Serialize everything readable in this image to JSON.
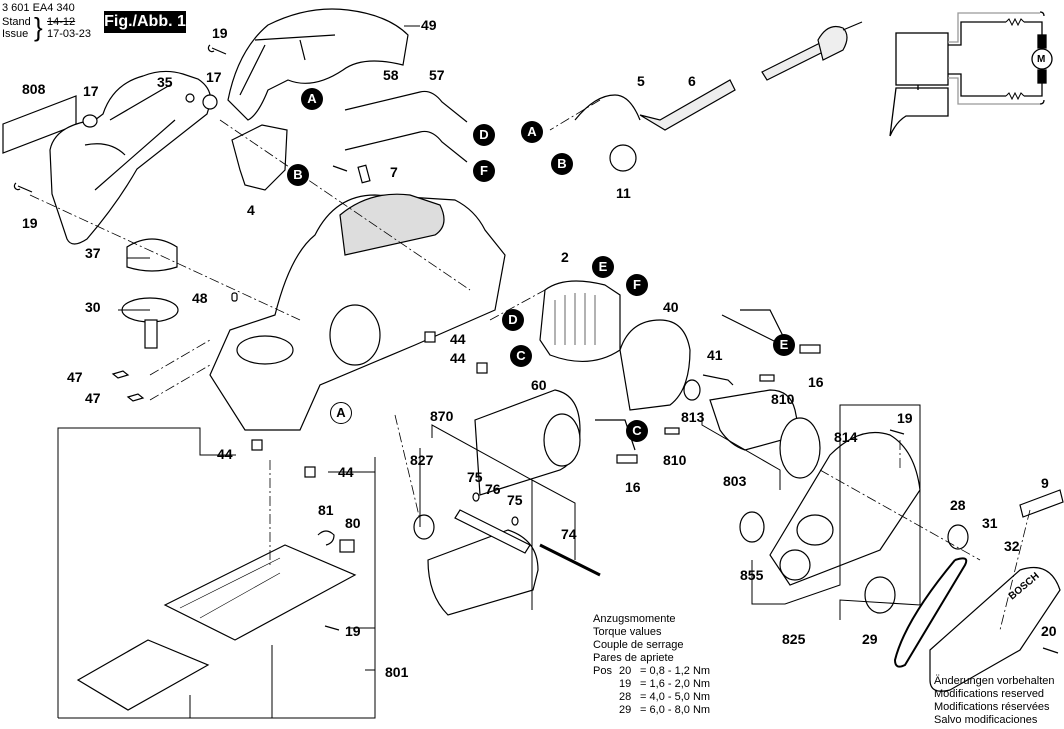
{
  "header": {
    "part_number": "3 601 EA4 340",
    "stand_label": "Stand",
    "issue_label": "Issue",
    "stand_value_struck": "14-12",
    "issue_value": "17-03-23",
    "figure_label": "Fig./Abb. 1"
  },
  "part_labels": [
    {
      "id": "p19a",
      "text": "19"
    },
    {
      "id": "p49",
      "text": "49"
    },
    {
      "id": "p808",
      "text": "808"
    },
    {
      "id": "p17a",
      "text": "17"
    },
    {
      "id": "p35",
      "text": "35"
    },
    {
      "id": "p17b",
      "text": "17"
    },
    {
      "id": "p58",
      "text": "58"
    },
    {
      "id": "p57",
      "text": "57"
    },
    {
      "id": "p5",
      "text": "5"
    },
    {
      "id": "p6",
      "text": "6"
    },
    {
      "id": "p7",
      "text": "7"
    },
    {
      "id": "p4",
      "text": "4"
    },
    {
      "id": "p19b",
      "text": "19"
    },
    {
      "id": "p11",
      "text": "11"
    },
    {
      "id": "p37",
      "text": "37"
    },
    {
      "id": "p2",
      "text": "2"
    },
    {
      "id": "p30",
      "text": "30"
    },
    {
      "id": "p48",
      "text": "48"
    },
    {
      "id": "p40",
      "text": "40"
    },
    {
      "id": "p44a",
      "text": "44"
    },
    {
      "id": "p44b",
      "text": "44"
    },
    {
      "id": "p41",
      "text": "41"
    },
    {
      "id": "p16a",
      "text": "16"
    },
    {
      "id": "p47a",
      "text": "47"
    },
    {
      "id": "p47b",
      "text": "47"
    },
    {
      "id": "p60",
      "text": "60"
    },
    {
      "id": "p810a",
      "text": "810"
    },
    {
      "id": "p813",
      "text": "813"
    },
    {
      "id": "p870",
      "text": "870"
    },
    {
      "id": "p19c",
      "text": "19"
    },
    {
      "id": "p814",
      "text": "814"
    },
    {
      "id": "p827",
      "text": "827"
    },
    {
      "id": "p810b",
      "text": "810"
    },
    {
      "id": "p44c",
      "text": "44"
    },
    {
      "id": "p44d",
      "text": "44"
    },
    {
      "id": "p75a",
      "text": "75"
    },
    {
      "id": "p76",
      "text": "76"
    },
    {
      "id": "p75b",
      "text": "75"
    },
    {
      "id": "p803",
      "text": "803"
    },
    {
      "id": "p16b",
      "text": "16"
    },
    {
      "id": "p9",
      "text": "9"
    },
    {
      "id": "p28",
      "text": "28"
    },
    {
      "id": "p81",
      "text": "81"
    },
    {
      "id": "p80",
      "text": "80"
    },
    {
      "id": "p74",
      "text": "74"
    },
    {
      "id": "p31",
      "text": "31"
    },
    {
      "id": "p32",
      "text": "32"
    },
    {
      "id": "p855",
      "text": "855"
    },
    {
      "id": "p825",
      "text": "825"
    },
    {
      "id": "p19d",
      "text": "19"
    },
    {
      "id": "p29",
      "text": "29"
    },
    {
      "id": "p20",
      "text": "20"
    },
    {
      "id": "p801",
      "text": "801"
    }
  ],
  "connector_markers": [
    {
      "id": "mA1",
      "text": "A",
      "style": "filled"
    },
    {
      "id": "mB1",
      "text": "B",
      "style": "filled"
    },
    {
      "id": "mD1",
      "text": "D",
      "style": "filled"
    },
    {
      "id": "mF1",
      "text": "F",
      "style": "filled"
    },
    {
      "id": "mA2",
      "text": "A",
      "style": "filled"
    },
    {
      "id": "mB2",
      "text": "B",
      "style": "filled"
    },
    {
      "id": "mE1",
      "text": "E",
      "style": "filled"
    },
    {
      "id": "mF2",
      "text": "F",
      "style": "filled"
    },
    {
      "id": "mD2",
      "text": "D",
      "style": "filled"
    },
    {
      "id": "mC1",
      "text": "C",
      "style": "filled"
    },
    {
      "id": "mE2",
      "text": "E",
      "style": "filled"
    },
    {
      "id": "mC2",
      "text": "C",
      "style": "filled"
    },
    {
      "id": "mA3",
      "text": "A",
      "style": "outline"
    }
  ],
  "torque": {
    "title_lines": [
      "Anzugsmomente",
      "Torque values",
      "Couple de serrage",
      "Pares de apriete"
    ],
    "pos_label": "Pos",
    "rows": [
      {
        "pos": "20",
        "value": "0,8 - 1,2 Nm"
      },
      {
        "pos": "19",
        "value": "1,6 - 2,0 Nm"
      },
      {
        "pos": "28",
        "value": "4,0 - 5,0 Nm"
      },
      {
        "pos": "29",
        "value": "6,0 - 8,0 Nm"
      }
    ]
  },
  "notes": [
    "Änderungen vorbehalten",
    "Modifications reserved",
    "Modifications réservées",
    "Salvo modificaciones"
  ],
  "schematic": {
    "motor_label": "M"
  },
  "brand_on_cover": "BOSCH"
}
